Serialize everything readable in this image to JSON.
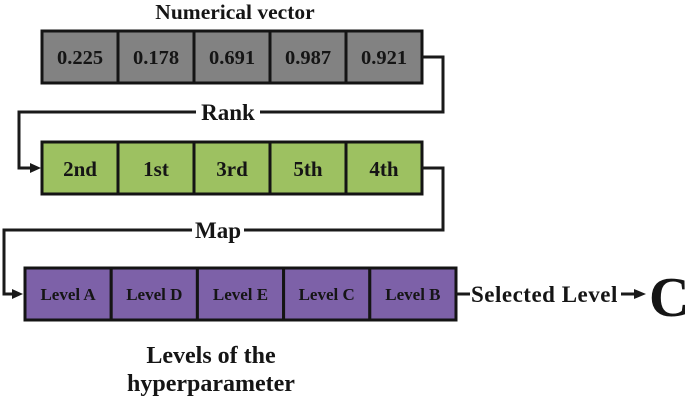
{
  "title": "Numerical vector",
  "colors": {
    "numerical_row": "#828282",
    "rank_row": "#9dc161",
    "levels_row": "#7d61a8",
    "border": "#141414",
    "line": "#1a1a1a"
  },
  "rows": {
    "numerical": {
      "cells": [
        "0.225",
        "0.178",
        "0.691",
        "0.987",
        "0.921"
      ]
    },
    "rank": {
      "cells": [
        "2nd",
        "1st",
        "3rd",
        "5th",
        "4th"
      ]
    },
    "levels": {
      "cells": [
        "Level A",
        "Level D",
        "Level E",
        "Level C",
        "Level B"
      ]
    }
  },
  "connectors": {
    "rank_label": "Rank",
    "map_label": "Map"
  },
  "output": {
    "label": "Selected Level",
    "value": "C"
  },
  "caption": {
    "line1": "Levels of the",
    "line2": "hyperparameter"
  },
  "icons": {
    "arrowhead": "▶"
  }
}
